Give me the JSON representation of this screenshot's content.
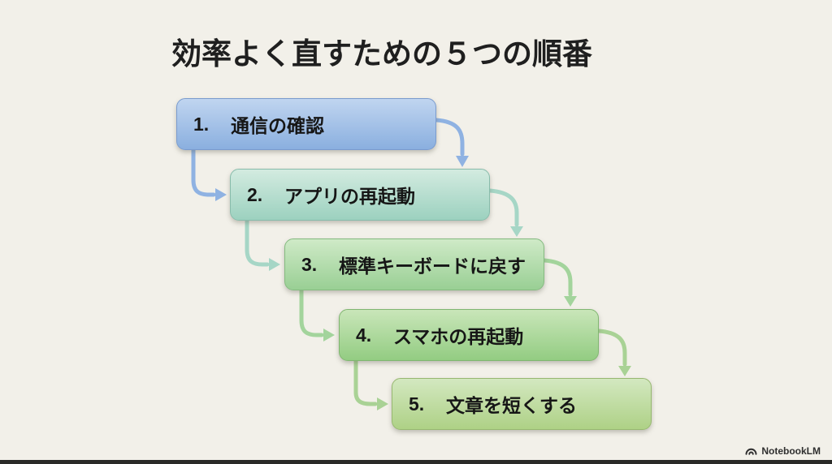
{
  "page": {
    "background": "#f2f0e9",
    "bottom_bar_color": "#2a2a27"
  },
  "title": "効率よく直すための５つの順番",
  "steps": [
    {
      "num": "1.",
      "label": "通信の確認",
      "fill_top": "#c0d5f0",
      "fill_bottom": "#8aafdf",
      "border": "#7a9bce",
      "arrow_color": "#8fb2e2"
    },
    {
      "num": "2.",
      "label": "アプリの再起動",
      "fill_top": "#d3ebe0",
      "fill_bottom": "#9cd1bf",
      "border": "#88bcab",
      "arrow_color": "#a6d6c6"
    },
    {
      "num": "3.",
      "label": "標準キーボードに戻す",
      "fill_top": "#cfeac7",
      "fill_bottom": "#99cf94",
      "border": "#85ba80",
      "arrow_color": "#a3d49c"
    },
    {
      "num": "4.",
      "label": "スマホの再起動",
      "fill_top": "#c9e6b9",
      "fill_bottom": "#93cc82",
      "border": "#81b671",
      "arrow_color": "#a9d295"
    },
    {
      "num": "5.",
      "label": "文章を短くする",
      "fill_top": "#d3e8c0",
      "fill_bottom": "#aed186",
      "border": "#97b870",
      "arrow_color": null
    }
  ],
  "watermark": {
    "label": "NotebookLM",
    "icon": "notebooklm-logo-icon"
  }
}
